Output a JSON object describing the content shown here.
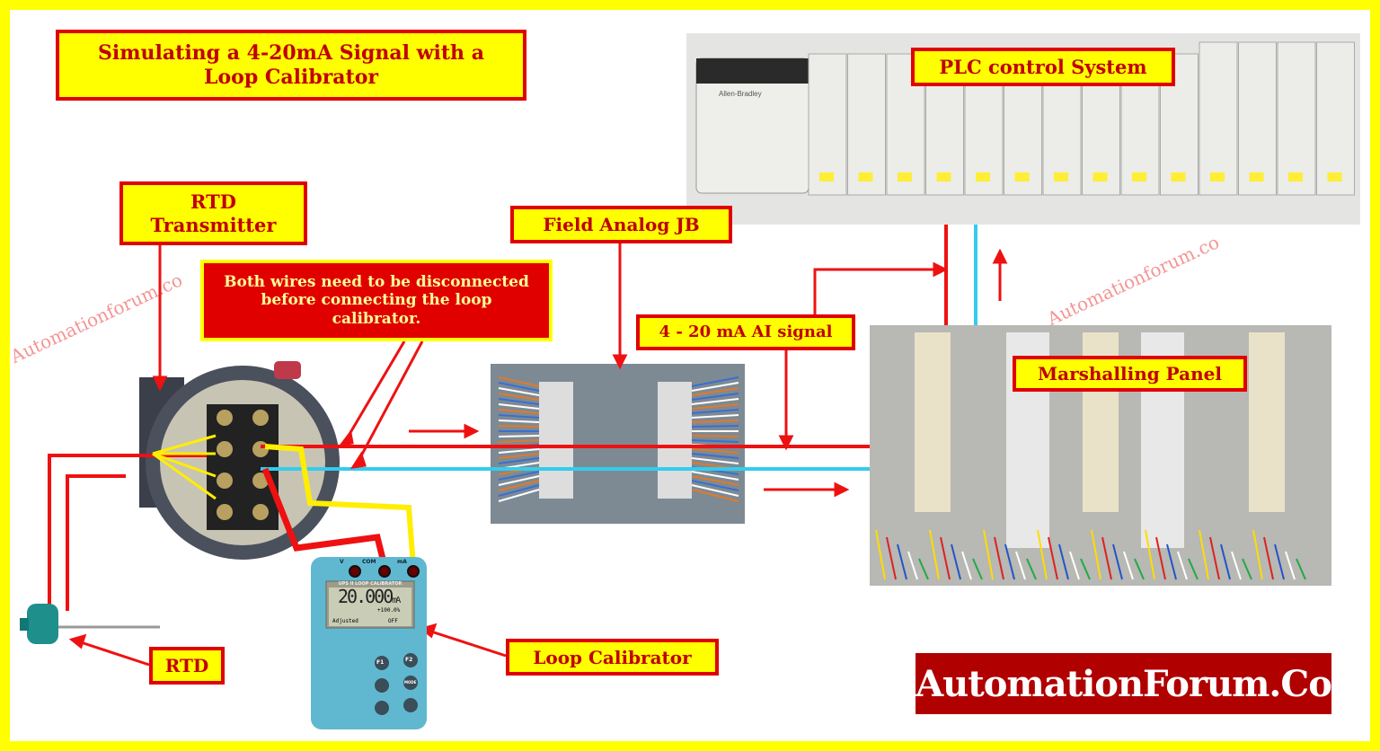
{
  "title": "Simulating a 4-20mA Signal with a Loop Calibrator",
  "labels": {
    "rtd_transmitter": "RTD Transmitter",
    "note": "Both wires need to be disconnected before connecting the loop calibrator.",
    "field_jb": "Field Analog JB",
    "ai_signal": "4 - 20 mA AI signal",
    "plc": "PLC control System",
    "marshalling": "Marshalling Panel",
    "rtd": "RTD",
    "loop_calibrator": "Loop Calibrator"
  },
  "calibrator": {
    "header": "UPS II LOOP CALIBRATOR",
    "reading": "20.000",
    "unit": "mA",
    "percent": "+100.0%",
    "softkey1": "Adjusted",
    "softkey2": "OFF",
    "f1": "F1",
    "f2": "F2",
    "mode": "MODE",
    "terminal_v": "V",
    "terminal_com": "COM",
    "terminal_ma": "mA"
  },
  "plc_brand": "Allen-Bradley",
  "watermark": "Automationforum.co",
  "logo": "AutomationForum.Co",
  "colors": {
    "border": "#ffff00",
    "label_fill": "#ffff00",
    "label_border": "#e00000",
    "wire_red": "#ee1111",
    "wire_cyan": "#33ccee",
    "note_fill": "#e00000",
    "logo_fill": "#b00000"
  }
}
